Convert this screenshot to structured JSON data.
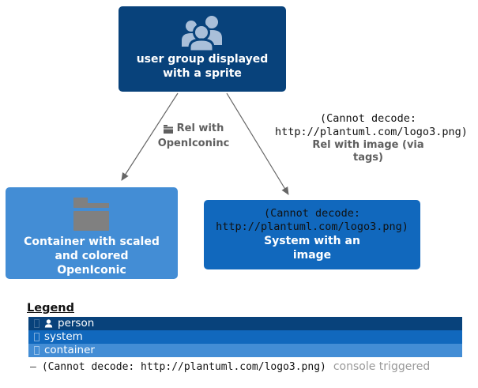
{
  "diagram": {
    "colors": {
      "person": "#08427B",
      "system": "#1168BD",
      "container": "#438DD5",
      "sprite": "#A9BFD9",
      "folder_icon": "#808080",
      "edge_text": "#5F5F5F",
      "arrow": "#666666",
      "note_gray": "#999999"
    },
    "nodes": {
      "person": {
        "lines": [
          "user group displayed",
          "with a sprite"
        ]
      },
      "container": {
        "lines": [
          "Container with scaled",
          "and colored",
          "OpenIconic"
        ]
      },
      "system": {
        "decode_lines": [
          "(Cannot decode:",
          "http://plantuml.com/logo3.png)"
        ],
        "lines": [
          "System with an",
          "image"
        ]
      }
    },
    "edges": {
      "left": {
        "label_line1": "Rel with",
        "label_line2": "OpenIconinc"
      },
      "right": {
        "decode_lines": [
          "(Cannot decode:",
          "http://plantuml.com/logo3.png)"
        ],
        "label_line1": "Rel with image (via",
        "label_line2": "tags)"
      }
    }
  },
  "legend": {
    "title": "Legend",
    "rows": [
      {
        "label": "person"
      },
      {
        "label": "system"
      },
      {
        "label": "container"
      }
    ],
    "note": {
      "dash": "–",
      "mono": "(Cannot decode: http://plantuml.com/logo3.png)",
      "suffix": "console triggered"
    }
  }
}
